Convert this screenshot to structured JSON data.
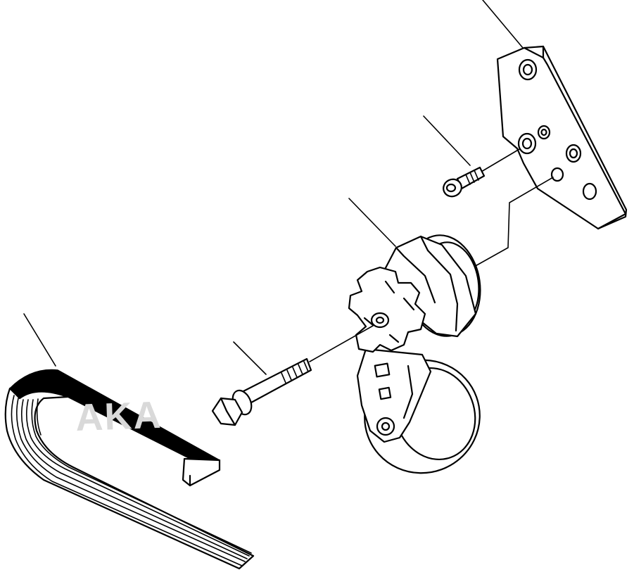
{
  "diagram": {
    "watermark": "AKA",
    "parts": [
      {
        "id": "mounting-bracket",
        "label": ""
      },
      {
        "id": "cap-screw",
        "label": ""
      },
      {
        "id": "belt-tensioner",
        "label": ""
      },
      {
        "id": "flange-bolt",
        "label": ""
      },
      {
        "id": "v-ribbed-belt",
        "label": ""
      }
    ],
    "colors": {
      "line": "#000000",
      "paper": "#ffffff",
      "watermark": "#d9d9d9"
    }
  }
}
